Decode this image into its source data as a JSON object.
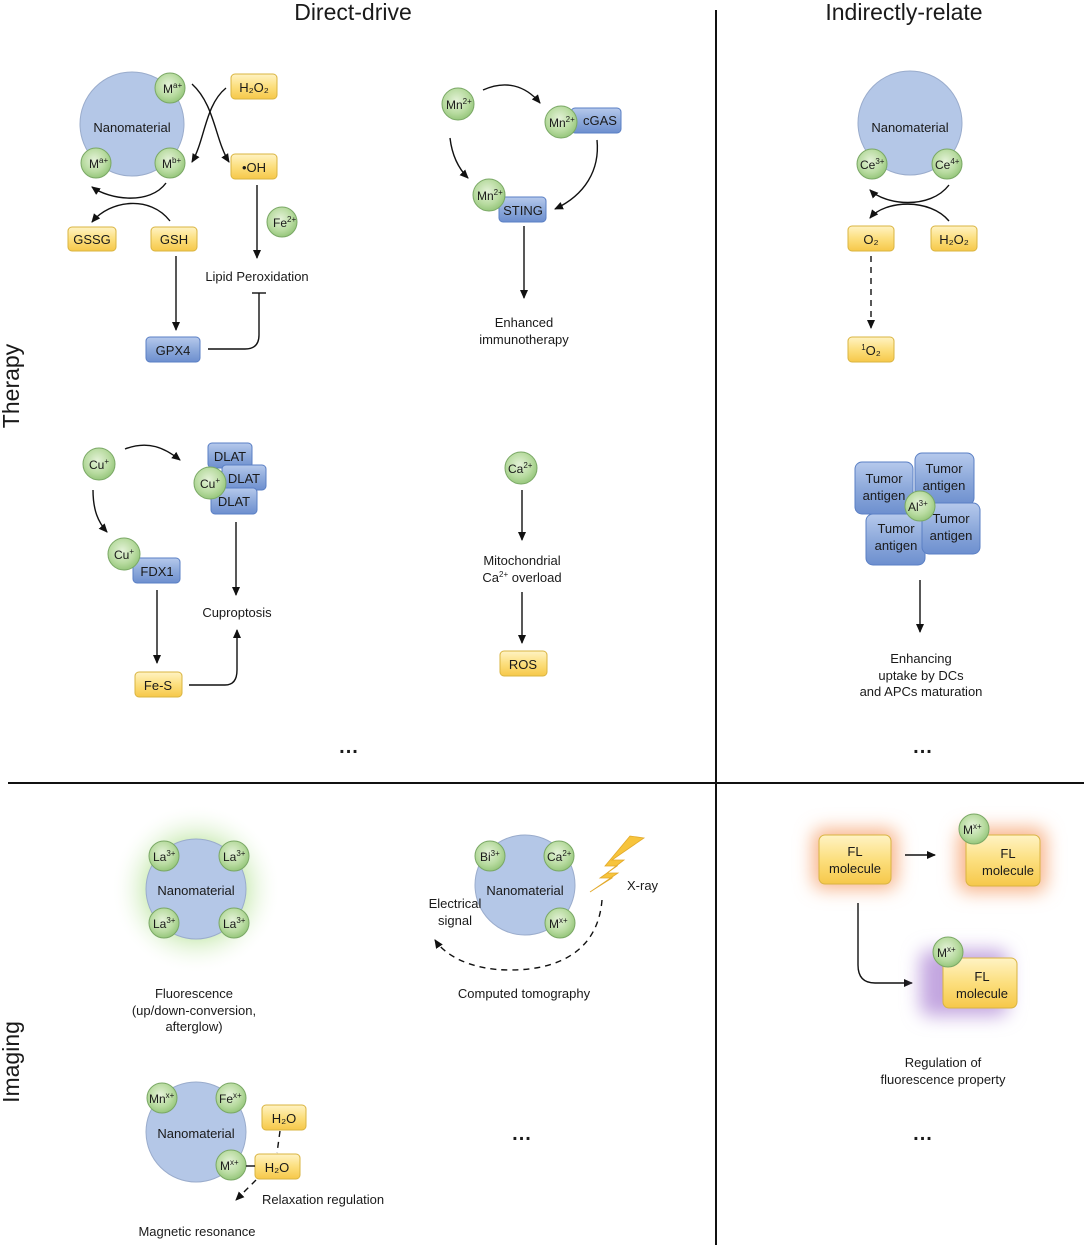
{
  "headers": {
    "col1": "Direct-drive",
    "col2": "Indirectly-relate",
    "row1": "Therapy",
    "row2": "Imaging"
  },
  "colors": {
    "yellow_box": "#fcd96a",
    "blue_box": "#8eaadb",
    "green_ion": "#a9d18e",
    "nanomaterial": "#b4c7e7",
    "glow_green": "#b8e39a",
    "glow_orange": "#f8b48a",
    "glow_purple": "#c3a6e0",
    "lightning": "#f7c43c"
  },
  "ellipsis": "...",
  "ferroptosis": {
    "nano": "Nanomaterial",
    "ion_a_top": "M",
    "ion_a_top_sup": "a+",
    "ion_a_left": "M",
    "ion_a_left_sup": "a+",
    "ion_b": "M",
    "ion_b_sup": "b+",
    "h2o2": "H₂O₂",
    "oh": "•OH",
    "fe": "Fe",
    "fe_sup": "2+",
    "gssg": "GSSG",
    "gsh": "GSH",
    "gpx4": "GPX4",
    "lipid": "Lipid Peroxidation"
  },
  "sting": {
    "mn": "Mn",
    "mn_sup": "2+",
    "cgas": "cGAS",
    "sting": "STING",
    "out1": "Enhanced",
    "out2": "immunotherapy"
  },
  "cerium": {
    "nano": "Nanomaterial",
    "ce3": "Ce",
    "ce3_sup": "3+",
    "ce4": "Ce",
    "ce4_sup": "4+",
    "o2": "O₂",
    "h2o2": "H₂O₂",
    "singlet_sup": "1",
    "singlet": "O₂"
  },
  "cuproptosis": {
    "cu": "Cu",
    "cu_sup": "+",
    "dlat": "DLAT",
    "fdx1": "FDX1",
    "fes": "Fe-S",
    "out": "Cuproptosis"
  },
  "calcium": {
    "ca": "Ca",
    "ca_sup": "2+",
    "mito1": "Mitochondrial",
    "mito2a": "Ca",
    "mito2sup": "2+",
    "mito2b": " overload",
    "ros": "ROS"
  },
  "aluminum": {
    "antigen1": "Tumor",
    "antigen2": "antigen",
    "al": "Al",
    "al_sup": "3+",
    "out1": "Enhancing",
    "out2": "uptake by DCs",
    "out3": "and APCs maturation"
  },
  "fluorescence": {
    "nano": "Nanomaterial",
    "la": "La",
    "la_sup": "3+",
    "out1": "Fluorescence",
    "out2": "(up/down-conversion,",
    "out3": "afterglow)"
  },
  "ct": {
    "nano": "Nanomaterial",
    "bi": "Bi",
    "bi_sup": "3+",
    "ca": "Ca",
    "ca_sup": "2+",
    "m": "M",
    "m_sup": "x+",
    "xray": "X-ray",
    "elec1": "Electrical",
    "elec2": "signal",
    "out": "Computed tomography"
  },
  "mri": {
    "nano": "Nanomaterial",
    "mn": "Mn",
    "mn_sup": "x+",
    "fe": "Fe",
    "fe_sup": "x+",
    "m": "M",
    "m_sup": "x+",
    "h2o": "H₂O",
    "relax": "Relaxation regulation",
    "out": "Magnetic resonance"
  },
  "fl_regulation": {
    "fl1": "FL",
    "fl2": "molecule",
    "m": "M",
    "m_sup": "x+",
    "out1": "Regulation of",
    "out2": "fluorescence property"
  }
}
